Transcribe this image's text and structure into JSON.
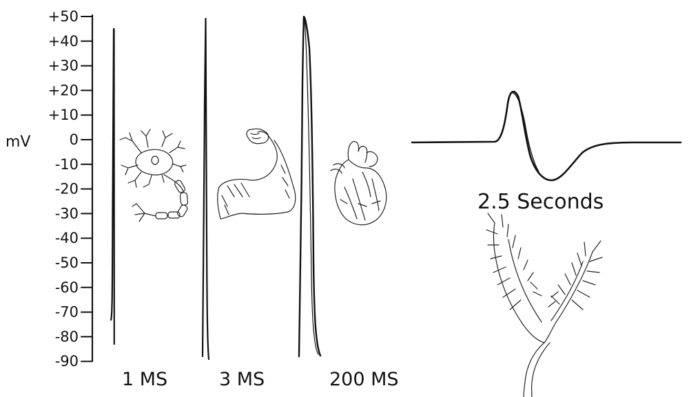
{
  "axis": {
    "unit": "mV",
    "tick_labels": [
      "+50",
      "+40",
      "+30",
      "+20",
      "+10",
      "0",
      "-10",
      "-20",
      "-30",
      "-40",
      "-50",
      "-60",
      "-70",
      "-80",
      "-90"
    ]
  },
  "action_potentials": [
    {
      "cell": "neuron",
      "icon": "neuron-icon",
      "duration_label": "1 MS"
    },
    {
      "cell": "muscle",
      "icon": "flexed-arm-icon",
      "duration_label": "3 MS"
    },
    {
      "cell": "heart",
      "icon": "heart-icon",
      "duration_label": "200 MS"
    },
    {
      "cell": "venus-flytrap",
      "icon": "venus-flytrap-icon",
      "duration_label": "2.5 Seconds"
    }
  ],
  "colors": {
    "ink": "#111111",
    "background": "#ffffff"
  }
}
